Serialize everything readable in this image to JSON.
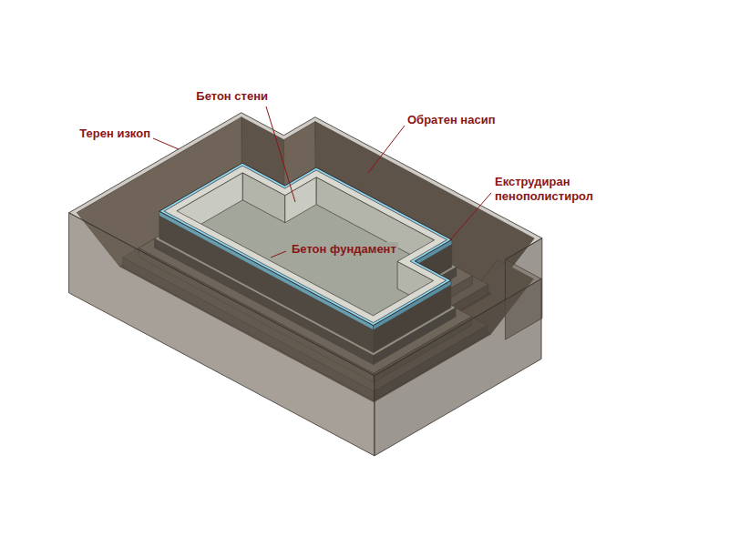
{
  "diagram": {
    "labels": [
      "Терен изкоп",
      "Бетон стени",
      "Обратен насип",
      "Екструдиран пенополистирол",
      "Бетон фундамент"
    ]
  }
}
